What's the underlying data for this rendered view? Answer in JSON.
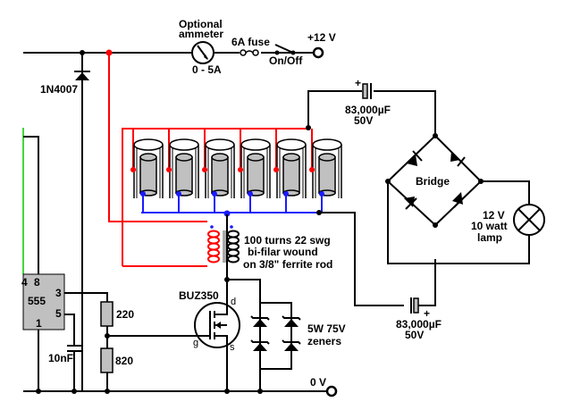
{
  "diagram": {
    "type": "circuit-schematic",
    "colors": {
      "wire": "#000000",
      "primary_winding": "#ff0000",
      "cell_return": "#1a1aff",
      "timer_wire": "#00cc00",
      "component_fill": "#c0c0c0"
    },
    "labels": {
      "diode": "1N4007",
      "ammeter_title_1": "Optional",
      "ammeter_title_2": "ammeter",
      "ammeter_range": "0 - 5A",
      "fuse": "6A fuse",
      "switch": "On/Off",
      "supply_pos": "+12 V",
      "supply_gnd": "0 V",
      "cap_top_value": "83,000µF",
      "cap_top_voltage": "50V",
      "cap_bottom_value": "83,000µF",
      "cap_bottom_voltage": "50V",
      "cap_plus": "+",
      "bridge": "Bridge",
      "lamp_1": "12 V",
      "lamp_2": "10 watt",
      "lamp_3": "lamp",
      "coil_1": "100 turns 22 swg",
      "coil_2": "bi-filar wound",
      "coil_3": "on 3/8\" ferrite rod",
      "mosfet": "BUZ350",
      "mosfet_d": "d",
      "mosfet_g": "g",
      "mosfet_s": "s",
      "zeners_1": "5W 75V",
      "zeners_2": "zeners",
      "ic": "555",
      "ic_pin8": "8",
      "ic_pin3": "3",
      "ic_pin5": "5",
      "ic_pin1": "1",
      "ic_pin4": "4",
      "cap_timer": "10nF",
      "r_top": "220",
      "r_bottom": "820"
    },
    "cells_count": 6
  }
}
